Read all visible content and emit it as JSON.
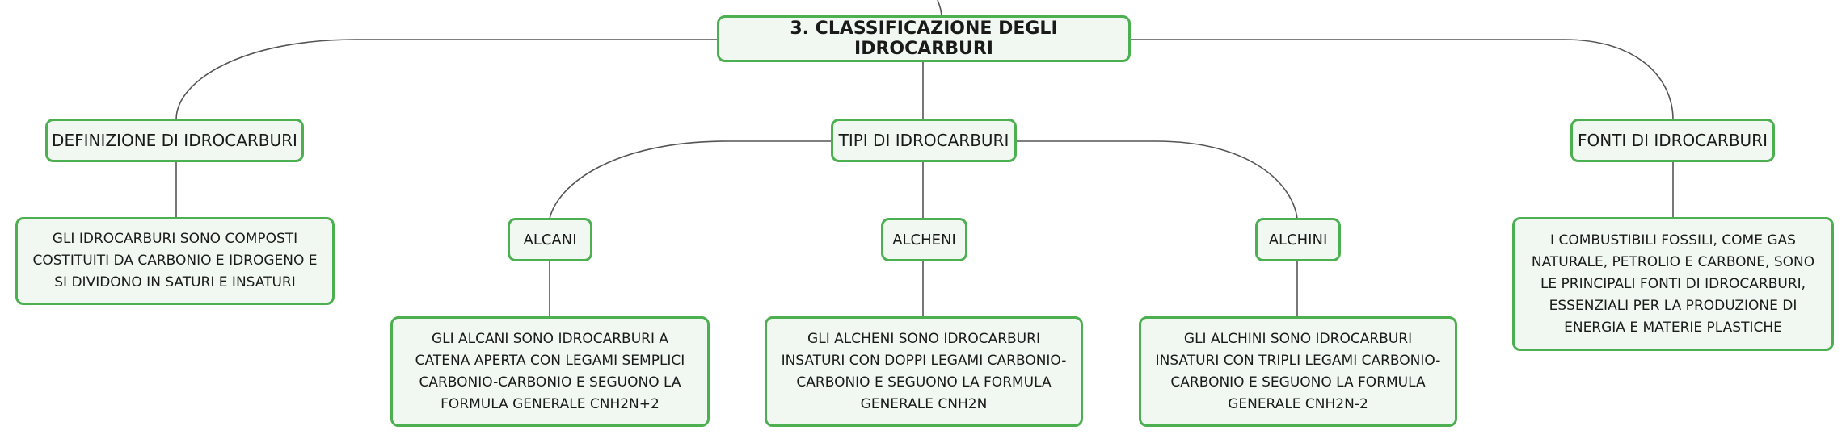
{
  "root": {
    "label": "3. CLASSIFICAZIONE DEGLI IDROCARBURI"
  },
  "branches": {
    "definizione": {
      "label": "DEFINIZIONE DI IDROCARBURI",
      "detail": "GLI IDROCARBURI SONO COMPOSTI COSTITUITI DA CARBONIO E IDROGENO E SI DIVIDONO IN SATURI E INSATURI"
    },
    "tipi": {
      "label": "TIPI DI IDROCARBURI",
      "alcani": {
        "label": "ALCANI",
        "detail": "GLI ALCANI SONO IDROCARBURI A CATENA APERTA CON LEGAMI SEMPLICI CARBONIO-CARBONIO E SEGUONO LA FORMULA GENERALE CNH2N+2"
      },
      "alcheni": {
        "label": "ALCHENI",
        "detail": "GLI ALCHENI SONO IDROCARBURI INSATURI CON DOPPI LEGAMI CARBONIO-CARBONIO E SEGUONO LA FORMULA GENERALE CNH2N"
      },
      "alchini": {
        "label": "ALCHINI",
        "detail": "GLI ALCHINI SONO IDROCARBURI INSATURI CON TRIPLI LEGAMI CARBONIO-CARBONIO E SEGUONO LA FORMULA GENERALE CNH2N-2"
      }
    },
    "fonti": {
      "label": "FONTI DI IDROCARBURI",
      "detail": "I COMBUSTIBILI FOSSILI, COME GAS NATURALE, PETROLIO E CARBONE, SONO LE PRINCIPALI FONTI DI IDROCARBURI, ESSENZIALI PER LA PRODUZIONE DI ENERGIA E MATERIE PLASTICHE"
    }
  },
  "colors": {
    "node_border": "#4caf50",
    "node_fill": "#f1f8f2",
    "connector": "#555555"
  }
}
